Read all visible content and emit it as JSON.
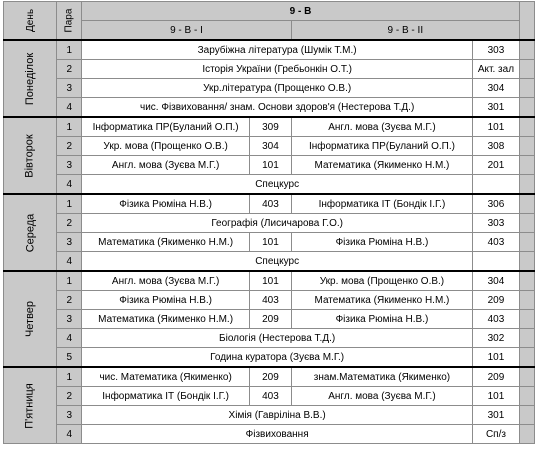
{
  "header": {
    "day_label": "День",
    "pair_label": "Пара",
    "class_label": "9 - В",
    "groups": [
      "9 - В - І",
      "9 - В - ІІ"
    ]
  },
  "days": [
    {
      "name": "Понеділок",
      "rows": [
        {
          "n": "1",
          "subject": "Зарубіжна література (Шумік Т.М.)",
          "room": "303"
        },
        {
          "n": "2",
          "subject": "Історія України (Гребьонкін О.Т.)",
          "room": "Акт. зал"
        },
        {
          "n": "3",
          "subject": "Укр.література (Прощенко О.В.)",
          "room": "304"
        },
        {
          "n": "4",
          "subject": "чис. Фізвиховання/ знам. Основи здоров'я (Нестерова Т.Д.)",
          "room": "301"
        }
      ]
    },
    {
      "name": "Вівторок",
      "rows": [
        {
          "n": "1",
          "g1": "Інформатика ПР(Буланий О.П.)",
          "r1": "309",
          "g2": "Англ. мова (Зуєва М.Г.)",
          "r2": "101"
        },
        {
          "n": "2",
          "g1": "Укр. мова (Прощенко О.В.)",
          "r1": "304",
          "g2": "Інформатика ПР(Буланий О.П.)",
          "r2": "308"
        },
        {
          "n": "3",
          "g1": "Англ. мова (Зуєва М.Г.)",
          "r1": "101",
          "g2": "Математика (Якименко Н.М.)",
          "r2": "201"
        },
        {
          "n": "4",
          "subject": "Спецкурс",
          "room": ""
        }
      ]
    },
    {
      "name": "Середа",
      "rows": [
        {
          "n": "1",
          "g1": "Фізика Рюміна Н.В.)",
          "r1": "403",
          "g2": "Інформатика ІТ (Бондік І.Г.)",
          "r2": "306"
        },
        {
          "n": "2",
          "subject": "Географія (Лисичарова Г.О.)",
          "room": "303"
        },
        {
          "n": "3",
          "g1": "Математика (Якименко Н.М.)",
          "r1": "101",
          "g2": "Фізика Рюміна Н.В.)",
          "r2": "403"
        },
        {
          "n": "4",
          "subject": "Спецкурс",
          "room": ""
        }
      ]
    },
    {
      "name": "Четвер",
      "rows": [
        {
          "n": "1",
          "g1": "Англ. мова (Зуєва М.Г.)",
          "r1": "101",
          "g2": "Укр. мова (Прощенко О.В.)",
          "r2": "304"
        },
        {
          "n": "2",
          "g1": "Фізика Рюміна Н.В.)",
          "r1": "403",
          "g2": "Математика (Якименко Н.М.)",
          "r2": "209"
        },
        {
          "n": "3",
          "g1": "Математика (Якименко Н.М.)",
          "r1": "209",
          "g2": "Фізика Рюміна Н.В.)",
          "r2": "403"
        },
        {
          "n": "4",
          "subject": "Біологія (Нестерова Т.Д.)",
          "room": "302"
        },
        {
          "n": "5",
          "subject": "Година куратора (Зуєва М.Г.)",
          "room": "101"
        }
      ]
    },
    {
      "name": "П'ятниця",
      "rows": [
        {
          "n": "1",
          "g1": "чис. Математика (Якименко)",
          "r1": "209",
          "g2": "знам.Математика (Якименко)",
          "r2": "209"
        },
        {
          "n": "2",
          "g1": "Інформатика ІТ (Бондік І.Г.)",
          "r1": "403",
          "g2": "Англ. мова (Зуєва М.Г.)",
          "r2": "101"
        },
        {
          "n": "3",
          "subject": "Хімія (Гавріліна В.В.)",
          "room": "301"
        },
        {
          "n": "4",
          "subject": "Фізвиховання",
          "room": "Сп/з"
        }
      ]
    }
  ]
}
